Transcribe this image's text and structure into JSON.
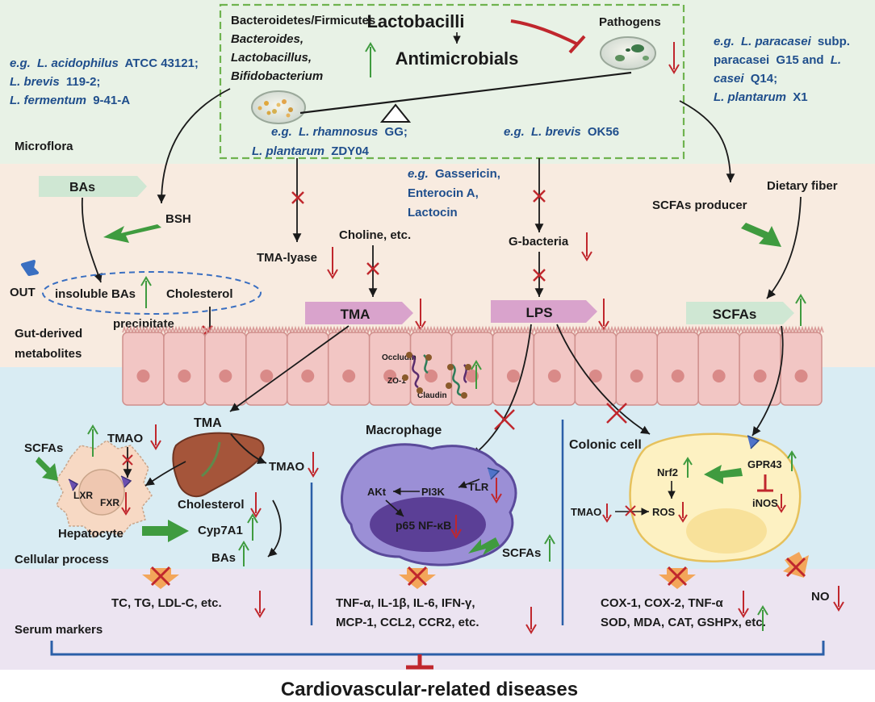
{
  "colors": {
    "microflora_bg": "#e8f2e6",
    "gut_bg": "#f8ebe0",
    "cellular_bg": "#d9ecf3",
    "serum_bg": "#ece4f1",
    "blue_text": "#1f4e8c",
    "red_arrow": "#c0272d",
    "green_arrow": "#3f9b3f",
    "orange_arrow": "#f3a65a",
    "pink_tag": "#d9a3cc",
    "green_tag": "#cfe7d3",
    "cell_fill": "#f2c6c4",
    "macrophage_fill": "#9b8fd6",
    "colonic_fill": "#fdf1c2",
    "liver_fill": "#a5553a",
    "bracket_blue": "#2b5fa8"
  },
  "regions": {
    "microflora": "Microflora",
    "gut": "Gut-derived",
    "gut2": "metabolites",
    "cellular": "Cellular process",
    "serum": "Serum markers"
  },
  "top_box": {
    "lactobacilli": "Lactobacilli",
    "antimicrobials": "Antimicrobials",
    "pathogens": "Pathogens",
    "bacteroidetes": "Bacteroidetes/Firmicutes",
    "genera": [
      "Bacteroides,",
      "Lactobacillus,",
      "Bifidobacterium"
    ],
    "rhamnosus_eg": "e.g.",
    "rhamnosus_1": "L. rhamnosus",
    "rhamnosus_1b": "GG;",
    "rhamnosus_2": "L. plantarum",
    "rhamnosus_2b": "ZDY04",
    "brevis_eg": "e.g.",
    "brevis_sp": "L. brevis",
    "brevis_str": "OK56"
  },
  "left_examples": {
    "eg": "e.g.",
    "sp1": "L. acidophilus",
    "str1": "ATCC 43121;",
    "sp2": "L. brevis",
    "str2": "119-2;",
    "sp3": "L. fermentum",
    "str3": "9-41-A"
  },
  "right_examples": {
    "eg": "e.g.",
    "sp1": "L. paracasei",
    "str1": "subp.",
    "line2": "paracasei",
    "str2": "G15 and",
    "sp2": "L.",
    "sp3": "casei",
    "str3": "Q14;",
    "sp4": "L. plantarum",
    "str4": "X1"
  },
  "bacteriocins": {
    "eg": "e.g.",
    "l1": "Gassericin,",
    "l2": "Enterocin A,",
    "l3": "Lactocin"
  },
  "gut_labels": {
    "bas": "BAs",
    "bsh": "BSH",
    "out": "OUT",
    "insoluble": "insoluble BAs",
    "cholesterol": "Cholesterol",
    "precipitate": "precipitate",
    "tma_lyase": "TMA-lyase",
    "choline": "Choline, etc.",
    "tma": "TMA",
    "g_bacteria": "G-bacteria",
    "lps": "LPS",
    "scfas_producer": "SCFAs producer",
    "dietary_fiber": "Dietary fiber",
    "scfas": "SCFAs",
    "occludin": "Occludin",
    "zo1": "ZO-1",
    "claudin": "Claudin"
  },
  "hepatocyte": {
    "tma": "TMA",
    "scfas": "SCFAs",
    "tmao": "TMAO",
    "tmao2": "TMAO",
    "lxr": "LXR",
    "fxr": "FXR",
    "hepatocyte": "Hepatocyte",
    "cholesterol": "Cholesterol",
    "cyp7a1": "Cyp7A1",
    "bas": "BAs"
  },
  "macrophage": {
    "title": "Macrophage",
    "akt": "AKt",
    "pi3k": "PI3K",
    "tlr": "TLR",
    "nfkb": "p65 NF-κB",
    "scfas": "SCFAs"
  },
  "colonic": {
    "title": "Colonic cell",
    "nrf2": "Nrf2",
    "gpr43": "GPR43",
    "inos": "iNOS",
    "tmao": "TMAO",
    "ros": "ROS"
  },
  "serum": {
    "left": "TC, TG, LDL-C, etc.",
    "mid1": "TNF-α, IL-1β, IL-6, IFN-γ,",
    "mid2": "MCP-1, CCL2, CCR2, etc.",
    "right1": "COX-1, COX-2, TNF-α",
    "right2": "SOD, MDA, CAT, GSHPx, etc.",
    "no": "NO"
  },
  "footer": "Cardiovascular-related diseases",
  "icons": [
    "petri-dish-icon",
    "inhibit-arrow-icon",
    "cross-mark-icon",
    "up-arrow-icon",
    "down-arrow-icon",
    "liver-icon",
    "receptor-icon"
  ]
}
